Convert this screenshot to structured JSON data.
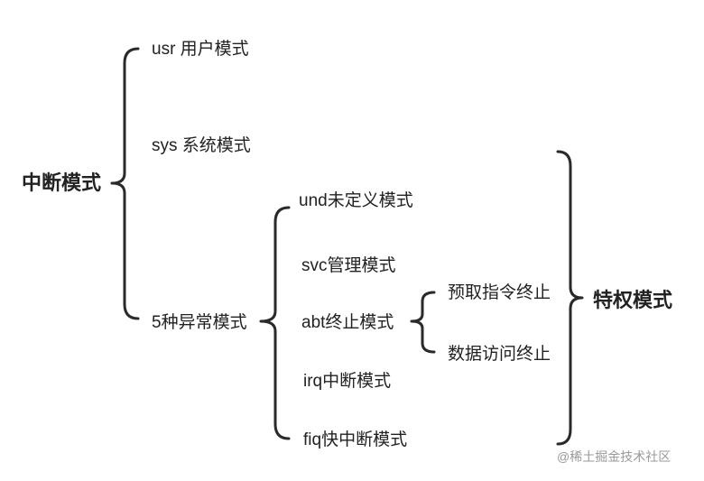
{
  "root": {
    "label": "中断模式"
  },
  "level1": {
    "usr": "usr 用户模式",
    "sys": "sys 系统模式",
    "exceptions": "5种异常模式"
  },
  "level2": {
    "und": "und未定义模式",
    "svc": "svc管理模式",
    "abt": "abt终止模式",
    "irq": "irq中断模式",
    "fiq": "fiq快中断模式"
  },
  "level3": {
    "prefetch": "预取指令终止",
    "data": "数据访问终止"
  },
  "privileged": {
    "label": "特权模式"
  },
  "watermark": "@稀土掘金技术社区"
}
